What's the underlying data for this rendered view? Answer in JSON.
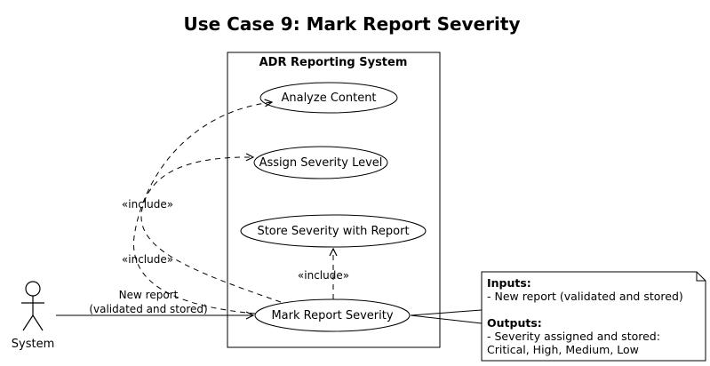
{
  "title": "Use Case 9: Mark Report Severity",
  "boundary": {
    "title": "ADR Reporting System"
  },
  "actor": {
    "name": "System"
  },
  "use_cases": {
    "analyze": "Analyze Content",
    "assign": "Assign Severity Level",
    "store": "Store Severity with Report",
    "mark": "Mark Report Severity"
  },
  "relations": {
    "include_1": "«include»",
    "include_2": "«include»",
    "include_3": "«include»",
    "association_line1": "New report",
    "association_line2": "(validated and stored)"
  },
  "note": {
    "inputs_heading": "Inputs:",
    "inputs_line1": "- New report (validated and stored)",
    "outputs_heading": "Outputs:",
    "outputs_line1": "- Severity assigned and stored:",
    "outputs_line2": "Critical, High, Medium, Low"
  }
}
